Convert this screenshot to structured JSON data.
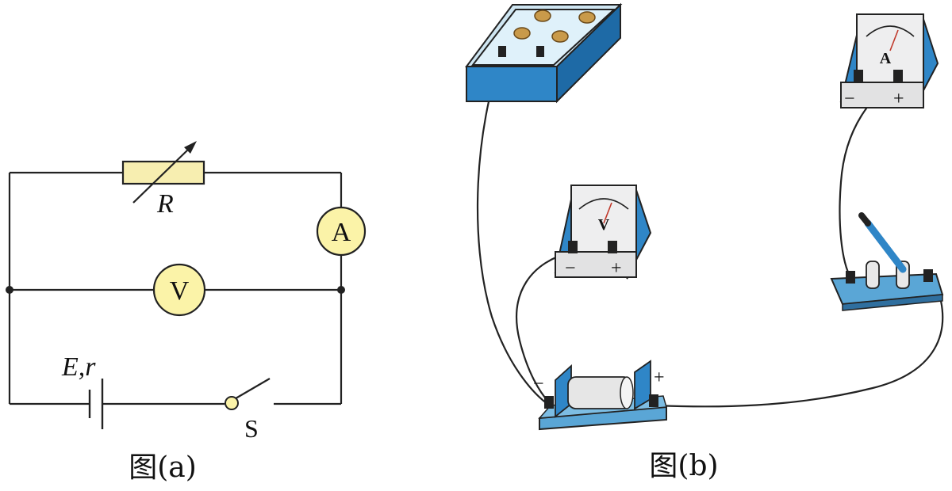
{
  "circuit_a": {
    "resistor_label": "R",
    "ammeter_label": "A",
    "voltmeter_label": "V",
    "battery_label": "E,r",
    "switch_label": "S",
    "caption": "图(a)"
  },
  "apparatus_b": {
    "voltmeter_face": "V",
    "voltmeter_minus": "−",
    "voltmeter_plus": "+",
    "ammeter_face": "A",
    "ammeter_minus": "−",
    "ammeter_plus": "+",
    "battery_minus": "−",
    "battery_plus": "+",
    "caption": "图(b)"
  },
  "colors": {
    "wire": "#222222",
    "meter_fill": "#fbf3a8",
    "resistor_fill": "#f7eeb0",
    "blue": "#2f86c7",
    "base_blue": "#5aa6d6",
    "device_grey": "#e9e9ea"
  }
}
